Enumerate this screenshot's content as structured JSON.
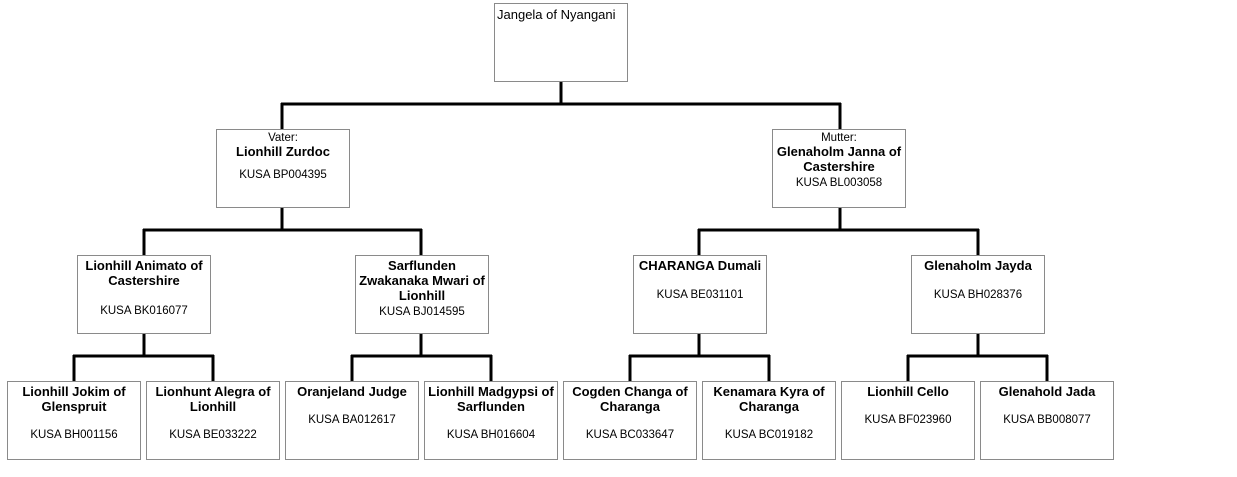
{
  "pedigree": {
    "root": {
      "name": "Jangela of Nyangani"
    },
    "sire": {
      "role": "Vater:",
      "name": "Lionhill Zurdoc",
      "reg": "KUSA BP004395"
    },
    "dam": {
      "role": "Mutter:",
      "name": "Glenaholm Janna of Castershire",
      "reg": "KUSA BL003058"
    },
    "grandparents": [
      {
        "name": "Lionhill Animato of Castershire",
        "reg": "KUSA BK016077"
      },
      {
        "name": "Sarflunden Zwakanaka Mwari of Lionhill",
        "reg": "KUSA BJ014595"
      },
      {
        "name": "CHARANGA Dumali",
        "reg": "KUSA BE031101"
      },
      {
        "name": "Glenaholm Jayda",
        "reg": "KUSA BH028376"
      }
    ],
    "great_grandparents": [
      {
        "name": "Lionhill Jokim of Glenspruit",
        "reg": "KUSA BH001156"
      },
      {
        "name": "Lionhunt Alegra of Lionhill",
        "reg": "KUSA BE033222"
      },
      {
        "name": "Oranjeland Judge",
        "reg": "KUSA BA012617"
      },
      {
        "name": "Lionhill Madgypsi of Sarflunden",
        "reg": "KUSA BH016604"
      },
      {
        "name": "Cogden Changa of Charanga",
        "reg": "KUSA BC033647"
      },
      {
        "name": "Kenamara Kyra of Charanga",
        "reg": "KUSA BC019182"
      },
      {
        "name": "Lionhill Cello",
        "reg": "KUSA BF023960"
      },
      {
        "name": "Glenahold Jada",
        "reg": "KUSA BB008077"
      }
    ]
  }
}
